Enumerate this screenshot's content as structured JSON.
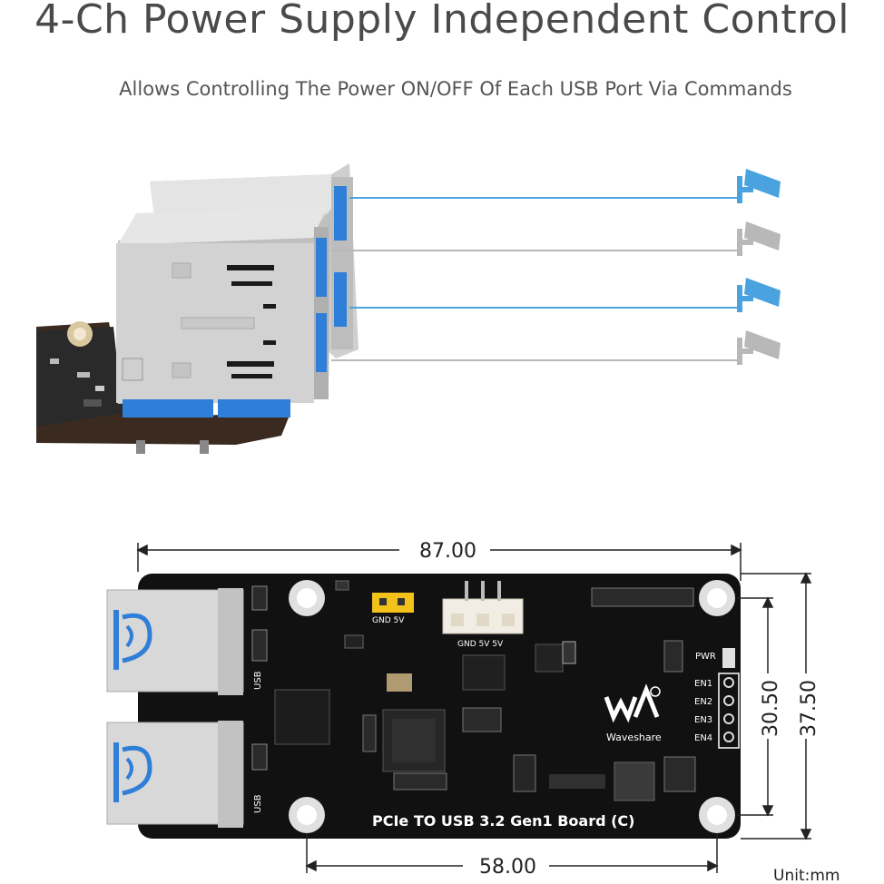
{
  "title": "4-Ch Power Supply Independent Control",
  "subtitle": "Allows Controlling The Power ON/OFF Of Each USB Port Via Commands",
  "colors": {
    "active": "#4aa3df",
    "inactive": "#b8b8b8",
    "board": "#111111",
    "usb_blue": "#2f7fd8"
  },
  "channels": [
    {
      "state": "on",
      "icon": "camera-icon"
    },
    {
      "state": "off",
      "icon": "camera-icon"
    },
    {
      "state": "on",
      "icon": "camera-icon"
    },
    {
      "state": "off",
      "icon": "camera-icon"
    }
  ],
  "board": {
    "name": "PCIe TO USB 3.2 Gen1 Board (C)",
    "logo_text": "Waveshare",
    "usb_label_top": "USB",
    "usb_label_bottom": "USB",
    "jumper_label": "GND 5V",
    "connector_label": "GND 5V 5V",
    "pwr_label": "PWR",
    "en_labels": [
      "EN1",
      "EN2",
      "EN3",
      "EN4"
    ]
  },
  "dimensions": {
    "width": "87.00",
    "hole_spacing_x": "58.00",
    "hole_spacing_y": "30.50",
    "height": "37.50",
    "unit": "Unit:mm"
  }
}
